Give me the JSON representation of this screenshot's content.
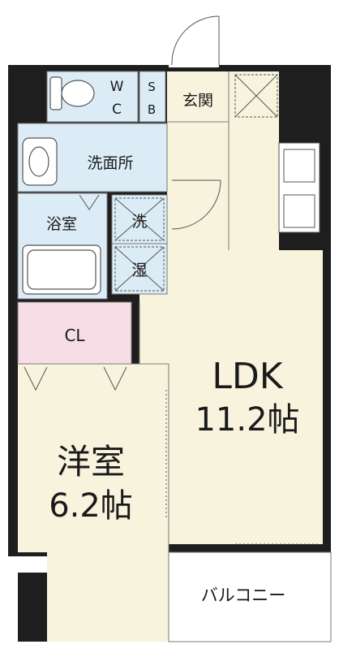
{
  "rooms": {
    "wc": {
      "line1": "W",
      "line2": "C"
    },
    "sb": {
      "line1": "S",
      "line2": "B"
    },
    "entrance": "玄関",
    "washroom": "洗面所",
    "bath": "浴室",
    "washer": "洗",
    "dryer": "湿",
    "closet": "CL",
    "ldk": {
      "name": "LDK",
      "size": "11.2帖"
    },
    "western_room": {
      "name": "洋室",
      "size": "6.2帖"
    },
    "balcony": "バルコニー"
  },
  "colors": {
    "wall": "#1e1e1e",
    "floor": "#f8f3dd",
    "wet_area": "#dcecf6",
    "closet": "#f7dde6",
    "balcony": "#ffffff",
    "line": "#7a7a7a"
  }
}
